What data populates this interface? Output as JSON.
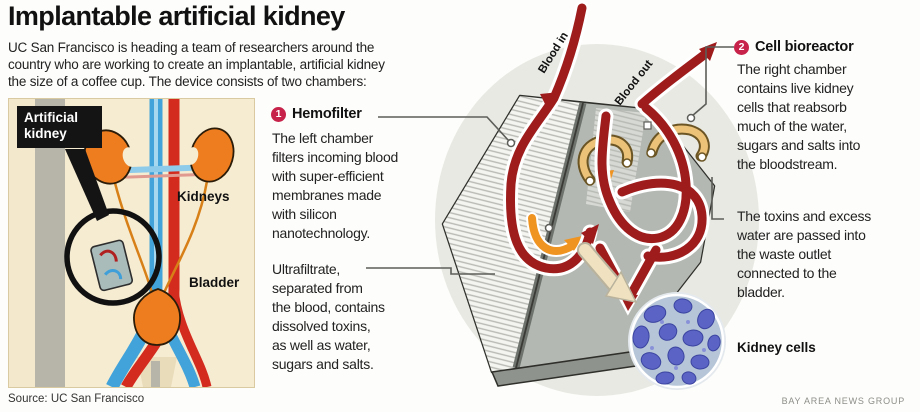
{
  "title": "Implantable artificial kidney",
  "intro": "UC San Francisco is heading a team of researchers around the\ncountry who are working to create an implantable, artificial kidney\nthe size of a coffee cup. The device consists of two chambers:",
  "body_diagram": {
    "callout": "Artificial\nkidney",
    "kidneys_label": "Kidneys",
    "bladder_label": "Bladder"
  },
  "sections": {
    "hemofilter": {
      "number": "1",
      "heading": "Hemofilter",
      "para1": "The left chamber\nfilters incoming blood\nwith super-efficient\nmembranes made\nwith silicon\nnanotechnology.",
      "para2": "Ultrafiltrate,\nseparated from\nthe blood, contains\ndissolved toxins,\nas well as water,\nsugars and salts."
    },
    "bioreactor": {
      "number": "2",
      "heading": "Cell bioreactor",
      "para1": "The right chamber\ncontains live kidney\ncells that reabsorb\nmuch of the water,\nsugars and salts into\nthe bloodstream.",
      "para2": "The toxins and excess\nwater are passed into\nthe waste outlet\nconnected to the\nbladder."
    }
  },
  "device": {
    "blood_in_label": "Blood in",
    "blood_out_label": "Blood out",
    "kidney_cells_label": "Kidney cells"
  },
  "footer": {
    "source": "Source: UC San Francisco",
    "credit": "BAY AREA NEWS GROUP"
  },
  "colors": {
    "accent_badge": "#c7234a",
    "tube_red": "#9e1c1c",
    "kidney_orange": "#ee7d1f",
    "vein_blue": "#41a3da",
    "artery_red": "#d42b1f",
    "ultrafiltrate_orange": "#ef9421",
    "outlet_tan": "#ecc178",
    "cell_blue": "#5b64c4",
    "panel_beige": "#e9dcba",
    "device_gray": "#c3c6c0"
  }
}
